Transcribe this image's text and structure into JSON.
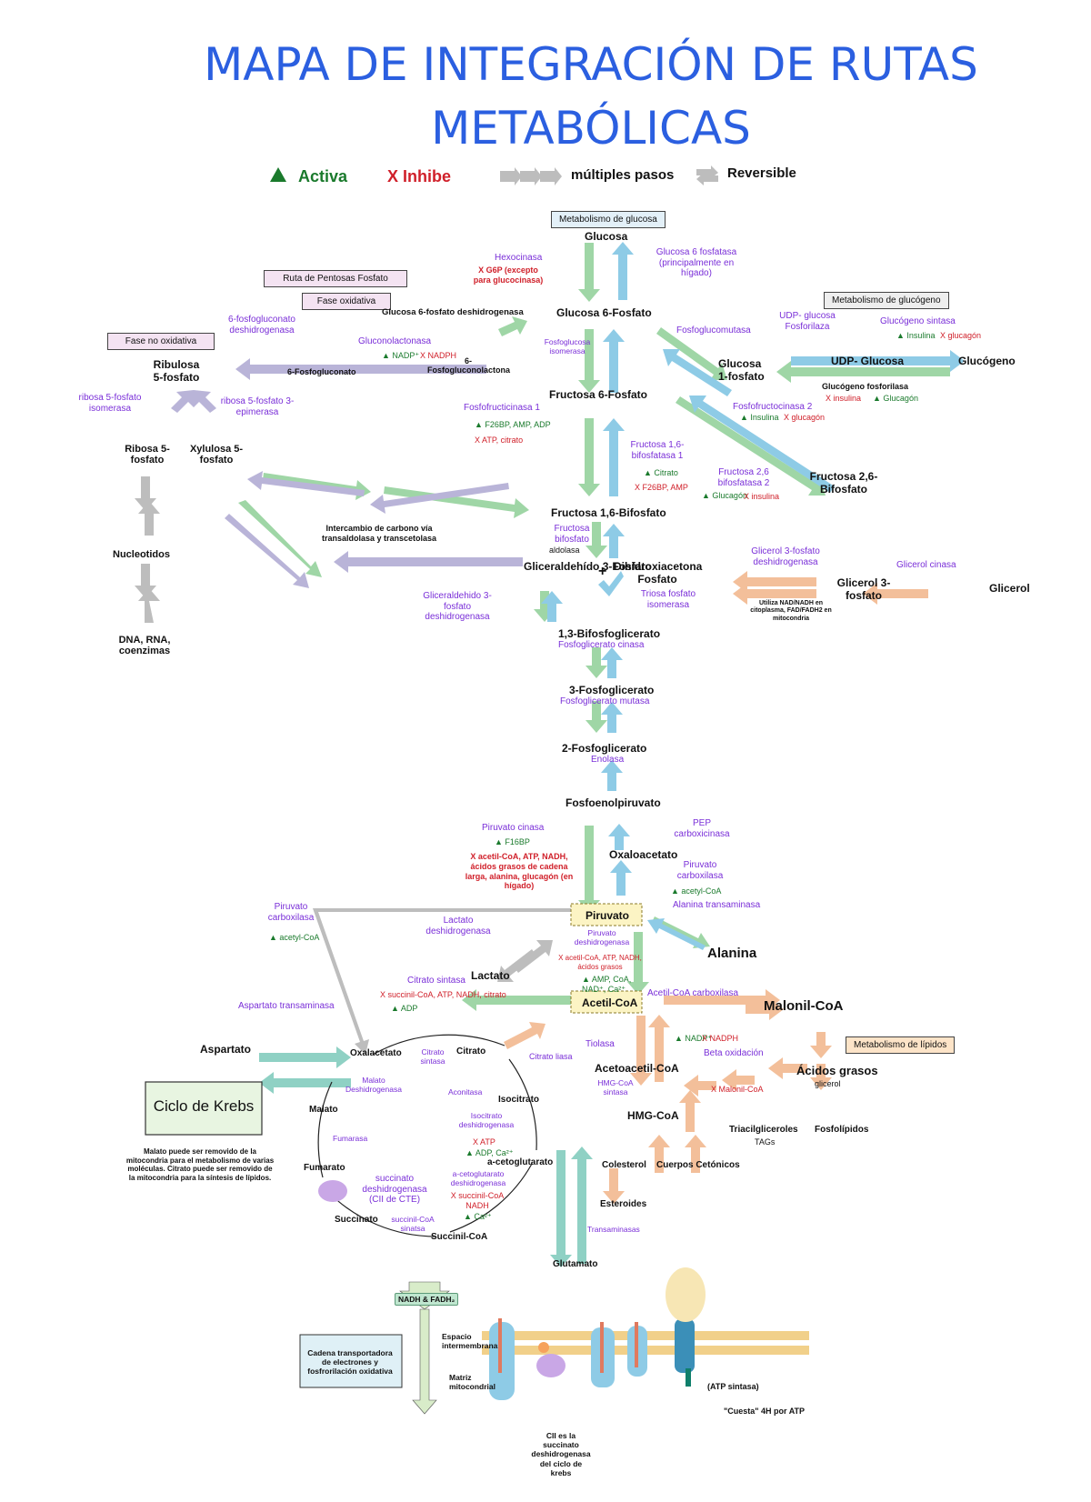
{
  "title": {
    "line1": "MAPA DE INTEGRACIÓN DE RUTAS",
    "line2": "METABÓLICAS"
  },
  "legend": {
    "activa": "Activa",
    "inhibe": "X Inhibe",
    "multiples": "múltiples pasos",
    "reversible": "Reversible"
  },
  "section_labels": {
    "glucosa": "Metabolismo de glucosa",
    "pentosas": "Ruta de Pentosas Fosfato",
    "fase_oxidativa": "Fase  oxidativa",
    "fase_no_oxidativa": "Fase no oxidativa",
    "glucogeno": "Metabolismo de glucógeno",
    "lipidos": "Metabolismo de lípidos",
    "krebs": "Ciclo de Krebs",
    "cadena": "Cadena transportadora de electrones y fosfrorilación oxidativa"
  },
  "nodes": {
    "glucosa": "Glucosa",
    "g6p": "Glucosa 6-Fosfato",
    "f6p": "Fructosa 6-Fosfato",
    "f16bp": "Fructosa 1,6-Bifosfato",
    "gap": "Gliceraldehído 3-Fosfato",
    "dhap": "Dihidroxiacetona Fosfato",
    "bpg13": "1,3-Bifosfoglicerato",
    "pg3": "3-Fosfoglicerato",
    "pg2": "2-Fosfoglicerato",
    "pep": "Fosfoenolpiruvato",
    "oxalo_gluco": "Oxaloacetato",
    "piruvato": "Piruvato",
    "alanina": "Alanina",
    "lactato": "Lactato",
    "acetilcoa": "Acetil-CoA",
    "malonilcoa": "Malonil-CoA",
    "acidos_grasos": "Ácidos grasos",
    "glicerol_lip": "glicerol",
    "triacil": "Triacilgliceroles",
    "tags": "TAGs",
    "fosfolipidos": "Fosfolípidos",
    "acetoacetil": "Acetoacetil-CoA",
    "hmgcoa": "HMG-CoA",
    "colesterol": "Colesterol",
    "esteroides": "Esteroides",
    "cetonicos": "Cuerpos Cetónicos",
    "g1p": "Glucosa 1-fosfato",
    "udpg": "UDP- Glucosa",
    "glucogeno": "Glucógeno",
    "f26bp": "Fructosa 2,6-Bifosfato",
    "glicerol": "Glicerol",
    "glicerol3p": "Glicerol 3-fosfato",
    "ribulosa": "Ribulosa 5-fosfato",
    "ribosa": "Ribosa 5-fosfato",
    "xylulosa": "Xylulosa 5-fosfato",
    "nucleotidos": "Nucleotidos",
    "dna": "DNA, RNA, coenzimas",
    "fosfogluconato": "6-Fosfogluconato",
    "fosfogluconolactona": "6-Fosfogluconolactona",
    "oxalacetato": "Oxalacetato",
    "citrato": "Citrato",
    "isocitrato": "Isocitrato",
    "acetoglutarato": "a-cetoglutarato",
    "succinilcoa": "Succinil-CoA",
    "succinato": "Succinato",
    "fumarato": "Fumarato",
    "malato": "Malato",
    "aspartato": "Aspartato",
    "glutamato": "Glutamato",
    "intercambio": "Intercambio de carbono vía transaldolasa y transcetolasa"
  },
  "enzymes": {
    "hexocinasa": "Hexocinasa",
    "g6fosfatasa": "Glucosa 6 fosfatasa (principalmente en hígado)",
    "fosfoglucosa": "Fosfoglucosa isomerasa",
    "fosfoglucomutasa": "Fosfoglucomutasa",
    "pfk1": "Fosfofructicinasa 1",
    "fbpasa1": "Fructosa 1,6-bifosfatasa 1",
    "pfk2": "Fosfofructocinasa 2",
    "fbpasa2": "Fructosa 2,6 bifosfatasa 2",
    "aldolasa": "Fructosa bifosfato",
    "aldolasa2": "aldolasa",
    "triosa": "Triosa fosfato isomerasa",
    "gapdh": "Gliceraldehido 3-fosfato deshidrogenasa",
    "pgk": "Fosfoglicerato cinasa",
    "pgm": "Fosfoglicerato mutasa",
    "enolasa": "Enolasa",
    "pk": "Piruvato cinasa",
    "pepck": "PEP carboxicinasa",
    "pc": "Piruvato carboxilasa",
    "alt": "Alanina transaminasa",
    "ldh": "Lactato deshidrogenasa",
    "pdh": "Piruvato deshidrogenasa",
    "acc": "Acetil-CoA carboxilasa",
    "beta": "Beta oxidación",
    "tiolasa": "Tiolasa",
    "hmgsint": "HMG-CoA sintasa",
    "citlia": "Citrato liasa",
    "citsint": "Citrato sintasa",
    "asptrans": "Aspartato transaminasa",
    "pc2": "Piruvato carboxilasa",
    "udpgp": "UDP- glucosa Fosforilaza",
    "glucsint": "Glucógeno sintasa",
    "glucfos": "Glucógeno fosforilasa",
    "g3pdh": "Glicerol 3-fosfato deshidrogenasa",
    "glicerolcinasa": "Glicerol cinasa",
    "g6pdh": "Glucosa 6-fosfato deshidrogenasa",
    "gluconolactonasa": "Gluconolactonasa",
    "6pgdh": "6-fosfogluconato deshidrogenasa",
    "r5pi": "ribosa 5-fosfato isomerasa",
    "r5pe": "ribosa 5-fosfato 3-epimerasa",
    "krebs_malato": "Malato Deshidrogenasa",
    "krebs_citsint": "Citrato sintasa",
    "aconitasa": "Aconitasa",
    "isocitrato_dh": "Isocitrato deshidrogenasa",
    "fumarasa": "Fumarasa",
    "akgdh": "a-cetoglutarato deshidrogenasa",
    "sdh": "succinato deshidrogenasa (CII de CTE)",
    "scs": "succinil-CoA sinatsa",
    "transaminasas": "Transaminasas"
  },
  "regulation": {
    "hexo_x": "X G6P (excepto para glucocinasa)",
    "pfk1_act": "F26BP, AMP, ADP",
    "pfk1_x": "X ATP, citrato",
    "fbp1_act": "Citrato",
    "fbp1_x": "X F26BP, AMP",
    "pfk2_act": "Insulina",
    "pfk2_x": "X glucagón",
    "fbp2_act": "Glucagón",
    "fbp2_x": "X insulina",
    "gs_act": "Insulina",
    "gs_x": "X glucagón",
    "gp_x": "X insulina",
    "gp_act": "Glucagón",
    "pk_act": "F16BP",
    "pk_x": "X acetil-CoA, ATP, NADH, ácidos grasos de cadena larga, alanina, glucagón (en hígado)",
    "pc_act": "acetyl-CoA",
    "pc2_act": "acetyl-CoA",
    "pdh_x": "X acetil-CoA, ATP, NADH, ácidos grasos",
    "pdh_act": "AMP, CoA, NAD⁺, Ca²⁺",
    "acc_act": "NADP⁺",
    "acc_x": "X NADPH",
    "citsint_x": "X succinil-CoA, ATP, NADH, citrato",
    "citsint_act": "ADP",
    "beta_x": "X Malonil-CoA",
    "g6pdh_act": "NADP⁺",
    "g6pdh_x": "X NADPH",
    "idh_x": "X ATP",
    "idh_act": "ADP, Ca²⁺",
    "akg_x": "X succinil-CoA NADH",
    "akg_act": "Ca²⁺"
  },
  "notes": {
    "glicerol": "Utiliza NAD/NADH en citoplasma, FAD/FADH2 en mitocondria",
    "malato": "Malato puede ser removido de la mitocondria para el metabolismo de varias moléculas. Citrato puede ser removido de la mitocondria para la síntesis de lípidos.",
    "cte_espacio": "Espacio intermembrana",
    "cte_matriz": "Matriz mitocondrial",
    "cii": "CII es la succinato deshidrogenasa del ciclo de krebs",
    "cuesta": "\"Cuesta\" 4H por ATP",
    "atp_sintasa": "(ATP sintasa)",
    "nadh_fadh2": "NADH & FADH₂"
  },
  "colors": {
    "glycolysis": "#9fd6a6",
    "gluconeo": "#8ecbe6",
    "pentose": "#b9b4d8",
    "lipid": "#f3bf9a",
    "amino": "#8fd1c4",
    "gray": "#bdbdbd",
    "title": "#2b5fe0",
    "enzyme": "#7a2fd8",
    "inhibit": "#d0202a",
    "activate": "#1a7a2c"
  }
}
